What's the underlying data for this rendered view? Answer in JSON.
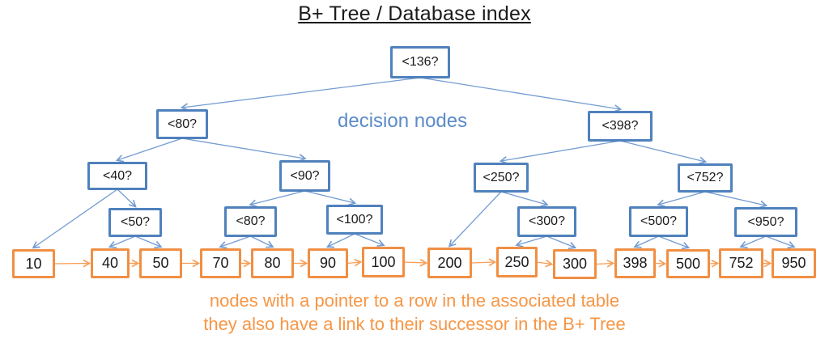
{
  "title": "B+ Tree / Database index",
  "annotations": {
    "decision_nodes_label": "decision nodes",
    "footer_line1": "nodes with a pointer to a row in the associated table",
    "footer_line2": "they also have a link to their successor in the B+ Tree"
  },
  "colors": {
    "title_text": "#1b1b1b",
    "node_text": "#1a1a1a",
    "decision_border": "#4f81bd",
    "decision_edge": "#749cd2",
    "decision_label_text": "#5b8bc9",
    "leaf_border": "#f08f44",
    "leaf_edge": "#f79d55",
    "footer_text": "#f79646"
  },
  "tree": {
    "decision_nodes": [
      {
        "id": "d136",
        "label": "<136?"
      },
      {
        "id": "d80a",
        "label": "<80?"
      },
      {
        "id": "d398",
        "label": "<398?"
      },
      {
        "id": "d40",
        "label": "<40?"
      },
      {
        "id": "d90",
        "label": "<90?"
      },
      {
        "id": "d250",
        "label": "<250?"
      },
      {
        "id": "d752",
        "label": "<752?"
      },
      {
        "id": "d50",
        "label": "<50?"
      },
      {
        "id": "d80b",
        "label": "<80?"
      },
      {
        "id": "d100",
        "label": "<100?"
      },
      {
        "id": "d300",
        "label": "<300?"
      },
      {
        "id": "d500",
        "label": "<500?"
      },
      {
        "id": "d950",
        "label": "<950?"
      }
    ],
    "leaf_nodes": [
      {
        "id": "l10",
        "label": "10"
      },
      {
        "id": "l40",
        "label": "40"
      },
      {
        "id": "l50",
        "label": "50"
      },
      {
        "id": "l70",
        "label": "70"
      },
      {
        "id": "l80",
        "label": "80"
      },
      {
        "id": "l90",
        "label": "90"
      },
      {
        "id": "l100",
        "label": "100"
      },
      {
        "id": "l200",
        "label": "200"
      },
      {
        "id": "l250",
        "label": "250"
      },
      {
        "id": "l300",
        "label": "300"
      },
      {
        "id": "l398",
        "label": "398"
      },
      {
        "id": "l500",
        "label": "500"
      },
      {
        "id": "l752",
        "label": "752"
      },
      {
        "id": "l950",
        "label": "950"
      }
    ],
    "decision_edges": [
      [
        "d136",
        "d80a"
      ],
      [
        "d136",
        "d398"
      ],
      [
        "d80a",
        "d40"
      ],
      [
        "d80a",
        "d90"
      ],
      [
        "d40",
        "l10"
      ],
      [
        "d40",
        "d50"
      ],
      [
        "d50",
        "l40"
      ],
      [
        "d50",
        "l50"
      ],
      [
        "d90",
        "d80b"
      ],
      [
        "d90",
        "d100"
      ],
      [
        "d80b",
        "l70"
      ],
      [
        "d80b",
        "l80"
      ],
      [
        "d100",
        "l90"
      ],
      [
        "d100",
        "l100"
      ],
      [
        "d398",
        "d250"
      ],
      [
        "d398",
        "d752"
      ],
      [
        "d250",
        "l200"
      ],
      [
        "d250",
        "d300"
      ],
      [
        "d300",
        "l250"
      ],
      [
        "d300",
        "l300"
      ],
      [
        "d752",
        "d500"
      ],
      [
        "d752",
        "d950"
      ],
      [
        "d500",
        "l398"
      ],
      [
        "d500",
        "l500"
      ],
      [
        "d950",
        "l752"
      ],
      [
        "d950",
        "l950"
      ]
    ],
    "successor_links": [
      [
        "l10",
        "l40"
      ],
      [
        "l40",
        "l50"
      ],
      [
        "l50",
        "l70"
      ],
      [
        "l70",
        "l80"
      ],
      [
        "l80",
        "l90"
      ],
      [
        "l90",
        "l100"
      ],
      [
        "l100",
        "l200"
      ],
      [
        "l200",
        "l250"
      ],
      [
        "l250",
        "l300"
      ],
      [
        "l300",
        "l398"
      ],
      [
        "l398",
        "l500"
      ],
      [
        "l500",
        "l752"
      ],
      [
        "l752",
        "l950"
      ]
    ]
  }
}
